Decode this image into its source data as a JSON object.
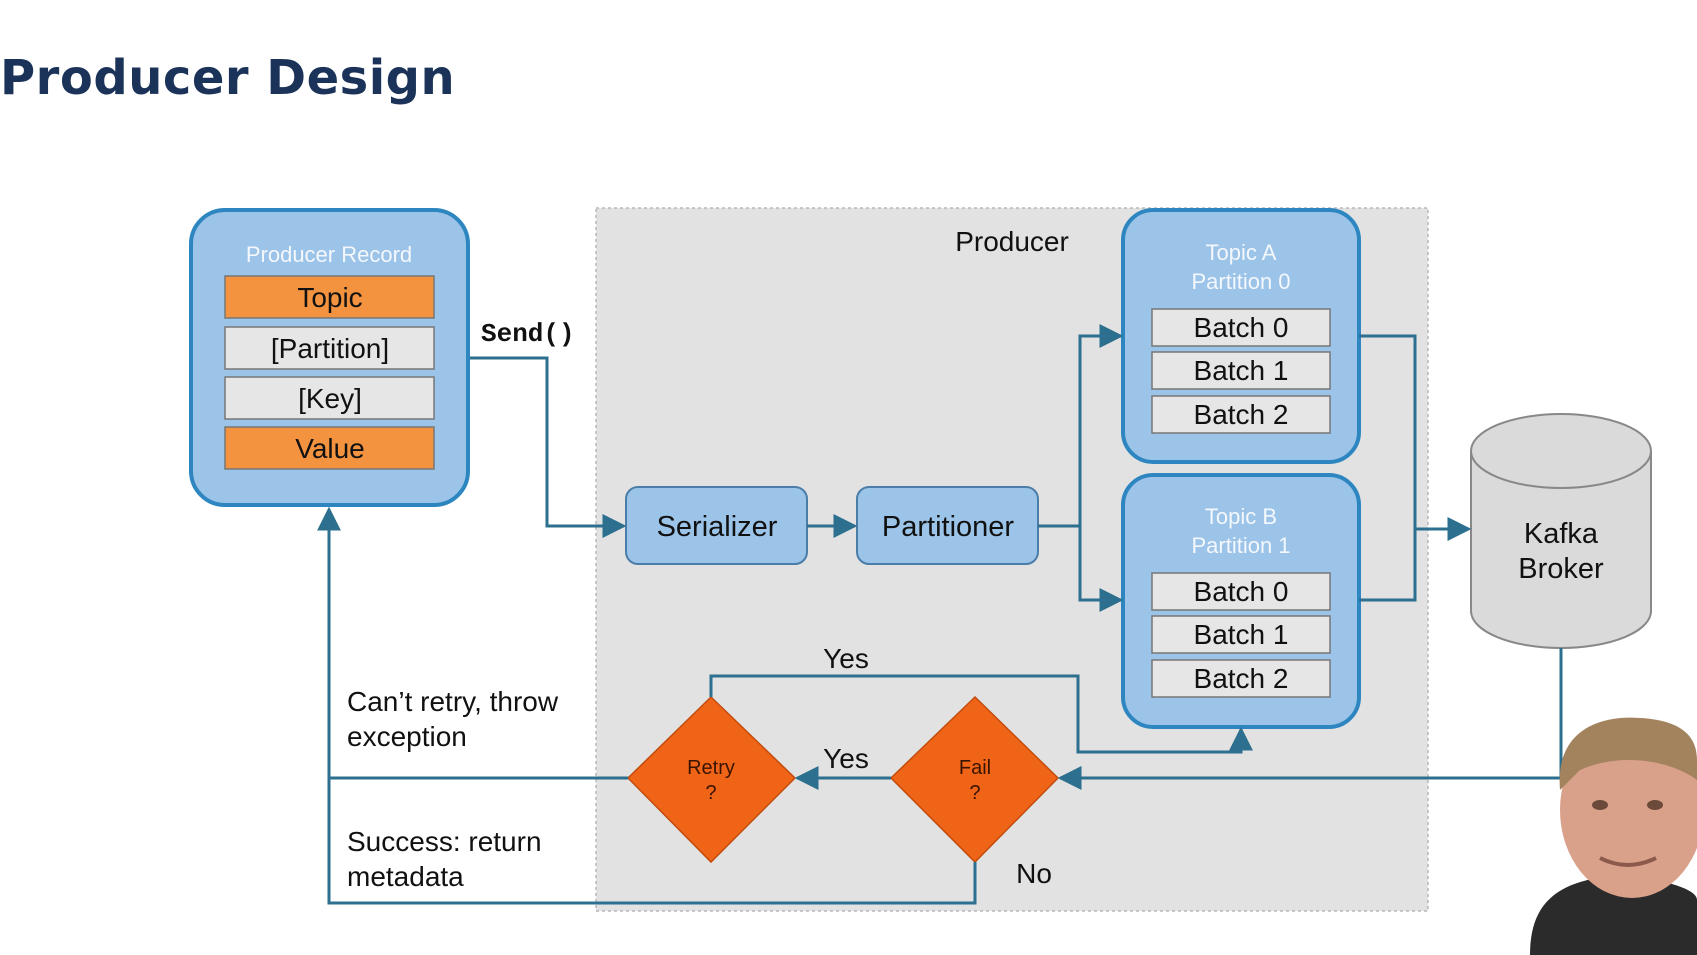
{
  "slide": {
    "title": "Producer Design"
  },
  "colors": {
    "box_blue": "#9cc3e8",
    "border_blue": "#2e86c1",
    "line_teal": "#2c6f8e",
    "orange": "#f39340",
    "decision_orange": "#f06418",
    "field_gray": "#e6e6e6",
    "producer_region": "#e2e2e2",
    "cylinder_gray": "#dadada"
  },
  "producer_record": {
    "label": "Producer Record",
    "fields": [
      "Topic",
      "[Partition]",
      "[Key]",
      "Value"
    ]
  },
  "send_label": "Send()",
  "producer": {
    "label": "Producer",
    "serializer": "Serializer",
    "partitioner": "Partitioner"
  },
  "topic_a": {
    "label_line1": "Topic A",
    "label_line2": "Partition 0",
    "batches": [
      "Batch 0",
      "Batch 1",
      "Batch 2"
    ]
  },
  "topic_b": {
    "label_line1": "Topic B",
    "label_line2": "Partition 1",
    "batches": [
      "Batch 0",
      "Batch 1",
      "Batch 2"
    ]
  },
  "broker": {
    "line1": "Kafka",
    "line2": "Broker"
  },
  "decisions": {
    "retry": {
      "line1": "Retry",
      "line2": "?"
    },
    "fail": {
      "line1": "Fail",
      "line2": "?"
    }
  },
  "edge_labels": {
    "retry_yes": "Yes",
    "fail_yes": "Yes",
    "fail_no": "No",
    "cant_retry_line1": "Can’t retry, throw",
    "cant_retry_line2": "exception",
    "success_line1": "Success: return",
    "success_line2": "metadata"
  },
  "presenter": {
    "icon": "presenter-video"
  }
}
